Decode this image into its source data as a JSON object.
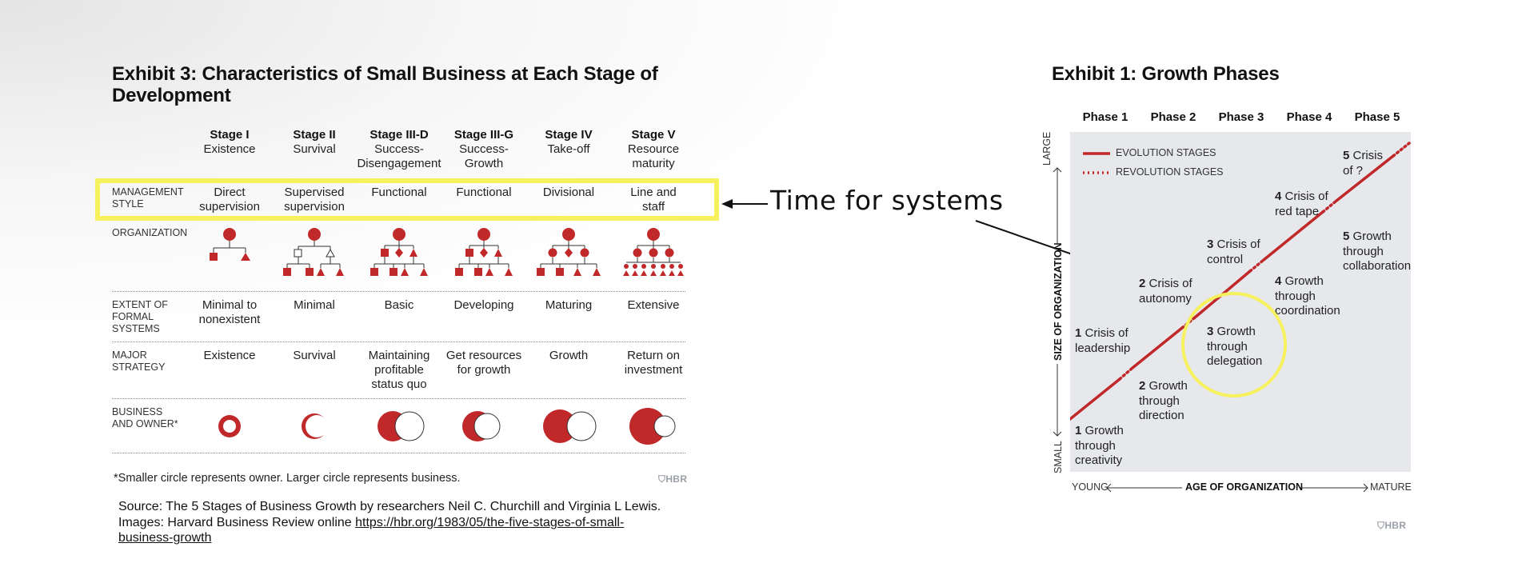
{
  "left": {
    "title": "Exhibit 3: Characteristics of Small Business at Each Stage of Development",
    "stages": [
      {
        "name": "Stage I",
        "sub": "Existence"
      },
      {
        "name": "Stage II",
        "sub": "Survival"
      },
      {
        "name": "Stage III-D",
        "sub": "Success-\nDisengagement"
      },
      {
        "name": "Stage III-G",
        "sub": "Success-\nGrowth"
      },
      {
        "name": "Stage IV",
        "sub": "Take-off"
      },
      {
        "name": "Stage V",
        "sub": "Resource\nmaturity"
      }
    ],
    "rows": [
      {
        "label": "MANAGEMENT\nSTYLE",
        "cells": [
          "Direct\nsupervision",
          "Supervised\nsupervision",
          "Functional",
          "Functional",
          "Divisional",
          "Line and\nstaff"
        ]
      },
      {
        "label": "ORGANIZATION",
        "cells": []
      },
      {
        "label": "EXTENT OF\nFORMAL\nSYSTEMS",
        "cells": [
          "Minimal to\nnonexistent",
          "Minimal",
          "Basic",
          "Developing",
          "Maturing",
          "Extensive"
        ]
      },
      {
        "label": "MAJOR\nSTRATEGY",
        "cells": [
          "Existence",
          "Survival",
          "Maintaining\nprofitable\nstatus quo",
          "Get resources\nfor growth",
          "Growth",
          "Return on\ninvestment"
        ]
      },
      {
        "label": "BUSINESS\nAND OWNER*",
        "cells": []
      }
    ],
    "footnote": "*Smaller circle represents owner. Larger circle represents business.",
    "hbr": "HBR",
    "source_line1": "Source: The 5 Stages of Business Growth by researchers Neil C. Churchill and Virginia L Lewis.",
    "source_line2_prefix": "Images: Harvard Business Review online ",
    "source_link_part1": "https://hbr.org/1983/05/the-five-stages-of-small-",
    "source_link_part2": "business-growth"
  },
  "annotation": {
    "text": "Time for systems"
  },
  "right": {
    "title": "Exhibit 1: Growth Phases",
    "phases": [
      "Phase 1",
      "Phase 2",
      "Phase 3",
      "Phase 4",
      "Phase 5"
    ],
    "legend": {
      "evolution": "EVOLUTION STAGES",
      "revolution": "REVOLUTION STAGES"
    },
    "y_axis": {
      "label": "SIZE OF ORGANIZATION",
      "small": "SMALL",
      "large": "LARGE"
    },
    "x_axis": {
      "label": "AGE OF ORGANIZATION",
      "young": "YOUNG",
      "mature": "MATURE"
    },
    "growth": [
      {
        "num": "1",
        "text": "Growth\nthrough\ncreativity"
      },
      {
        "num": "2",
        "text": "Growth\nthrough\ndirection"
      },
      {
        "num": "3",
        "text": "Growth\nthrough\ndelegation"
      },
      {
        "num": "4",
        "text": "Growth\nthrough\ncoordination"
      },
      {
        "num": "5",
        "text": "Growth\nthrough\ncollaboration"
      }
    ],
    "crisis": [
      {
        "num": "1",
        "text": "Crisis of\nleadership"
      },
      {
        "num": "2",
        "text": "Crisis of\nautonomy"
      },
      {
        "num": "3",
        "text": "Crisis of\ncontrol"
      },
      {
        "num": "4",
        "text": "Crisis of\nred tape"
      },
      {
        "num": "5",
        "text": "Crisis\nof ?"
      }
    ],
    "hbr": "HBR",
    "colors": {
      "accent": "#c0282a",
      "panel": "#e6e8ec",
      "highlight": "#f6f15c"
    }
  }
}
